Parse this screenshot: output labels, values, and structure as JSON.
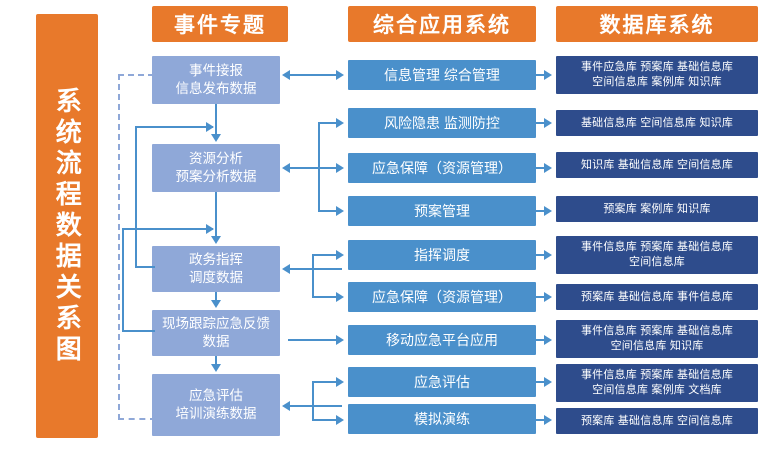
{
  "title": "系统流程数据关系图",
  "headers": [
    {
      "label": "事件专题"
    },
    {
      "label": "综合应用系统"
    },
    {
      "label": "数据库系统"
    }
  ],
  "colors": {
    "orange": "#E8792B",
    "left_box": "#8FA8D8",
    "mid_box": "#4A90CB",
    "db_box": "#2E4C8C",
    "connector": "#4A90CB",
    "dashed": "#8FA8D8",
    "background": "#FFFFFF"
  },
  "left_column": [
    {
      "line1": "事件接报",
      "line2": "信息发布数据"
    },
    {
      "line1": "资源分析",
      "line2": "预案分析数据"
    },
    {
      "line1": "政务指挥",
      "line2": "调度数据"
    },
    {
      "line1": "现场跟踪应急反馈",
      "line2": "数据"
    },
    {
      "line1": "应急评估",
      "line2": "培训演练数据"
    }
  ],
  "middle_column": [
    {
      "label": "信息管理  综合管理"
    },
    {
      "label": "风险隐患  监测防控"
    },
    {
      "label": "应急保障（资源管理）"
    },
    {
      "label": "预案管理"
    },
    {
      "label": "指挥调度"
    },
    {
      "label": "应急保障（资源管理）"
    },
    {
      "label": "移动应急平台应用"
    },
    {
      "label": "应急评估"
    },
    {
      "label": "模拟演练"
    }
  ],
  "database_column": [
    {
      "line1": "事件应急库  预案库  基础信息库",
      "line2": "空间信息库  案例库  知识库"
    },
    {
      "line1": "基础信息库  空间信息库  知识库",
      "line2": ""
    },
    {
      "line1": "知识库  基础信息库  空间信息库",
      "line2": ""
    },
    {
      "line1": "预案库  案例库  知识库",
      "line2": ""
    },
    {
      "line1": "事件信息库  预案库  基础信息库",
      "line2": "空间信息库"
    },
    {
      "line1": "预案库  基础信息库  事件信息库",
      "line2": ""
    },
    {
      "line1": "事件信息库  预案库  基础信息库",
      "line2": "空间信息库  知识库"
    },
    {
      "line1": "事件信息库  预案库  基础信息库",
      "line2": "空间信息库  案例库  文档库"
    },
    {
      "line1": "预案库  基础信息库  空间信息库",
      "line2": ""
    }
  ]
}
